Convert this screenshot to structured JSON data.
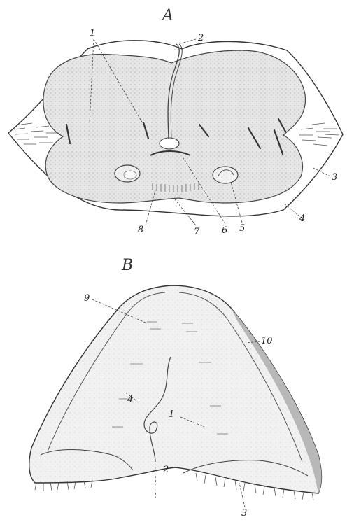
{
  "panels": [
    {
      "letter": "A",
      "labels": [
        "1",
        "2",
        "3",
        "4",
        "5",
        "6",
        "7",
        "8"
      ]
    },
    {
      "letter": "B",
      "labels": [
        "9",
        "10",
        "4",
        "1",
        "2",
        "3"
      ]
    }
  ],
  "colors": {
    "ink": "#222222",
    "shade": "#cfcfcf",
    "fill": "#ececec"
  }
}
